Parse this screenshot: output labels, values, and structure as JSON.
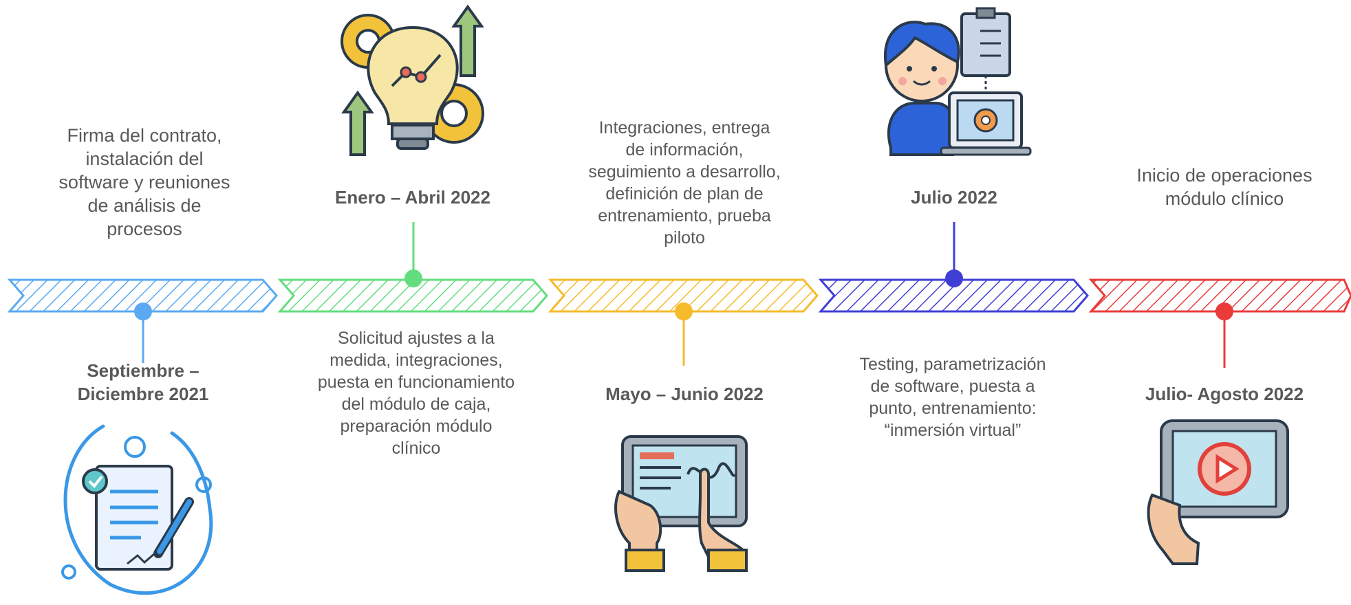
{
  "timeline": {
    "colors": {
      "segment_1": "#5aa9f2",
      "segment_2": "#63dd7e",
      "segment_3": "#f5bb2b",
      "segment_4": "#3f3fd6",
      "segment_5": "#ea3b3b"
    },
    "milestones": [
      {
        "date": "Septiembre –\nDiciembre 2021",
        "description": "Firma del contrato,\ninstalación del\nsoftware y reuniones\nde análisis de\nprocesos",
        "icon": "contract-signing-icon"
      },
      {
        "date": "Enero – Abril 2022",
        "description": "Solicitud ajustes  a la\nmedida, integraciones,\npuesta en funcionamiento\ndel módulo de caja,\npreparación módulo\nclínico",
        "icon": "lightbulb-gears-growth-icon"
      },
      {
        "date": "Mayo – Junio 2022",
        "description": "Integraciones, entrega\nde información,\nseguimiento a desarrollo,\ndefinición de plan de\nentrenamiento, prueba\npiloto",
        "icon": "tablet-hands-icon"
      },
      {
        "date": "Julio 2022",
        "description": "Testing, parametrización\nde software, puesta a\npunto, entrenamiento:\n“inmersión virtual”",
        "icon": "person-checklist-laptop-icon"
      },
      {
        "date": "Julio- Agosto 2022",
        "description": "Inicio de operaciones\nmódulo clínico",
        "icon": "tablet-video-play-icon"
      }
    ]
  }
}
